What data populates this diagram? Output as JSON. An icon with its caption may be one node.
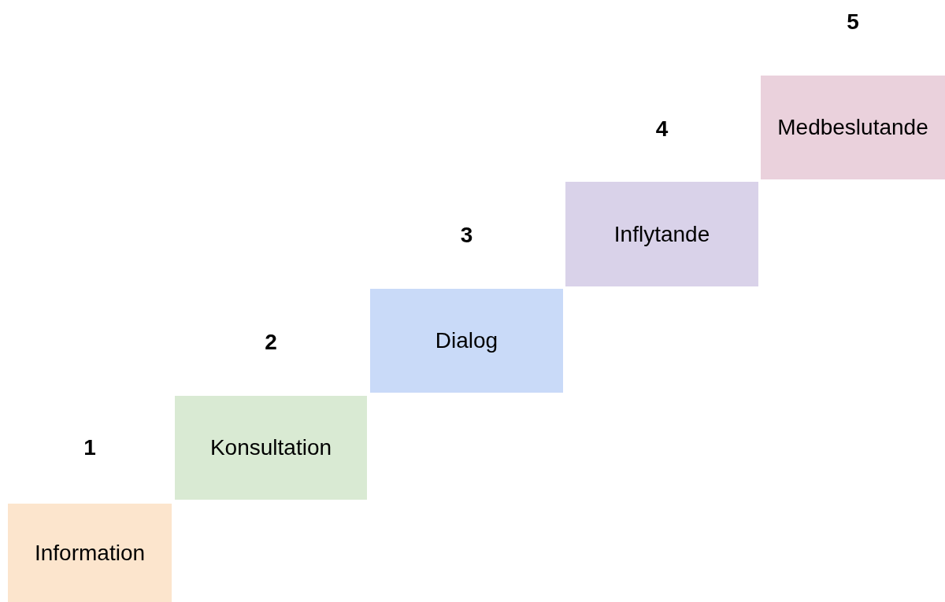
{
  "diagram": {
    "nodes": [
      {
        "text": [
          "Information"
        ],
        "beside": [
          "1"
        ]
      },
      {
        "text": [
          "Konsultation"
        ],
        "beside": [
          "2"
        ]
      },
      {
        "text": [
          "Dialog"
        ],
        "beside": [
          "3"
        ]
      },
      {
        "text": [
          "Inflytande"
        ],
        "beside": [
          "4"
        ]
      },
      {
        "text": [
          "Medbeslutande"
        ],
        "beside": [
          "5"
        ]
      }
    ]
  }
}
